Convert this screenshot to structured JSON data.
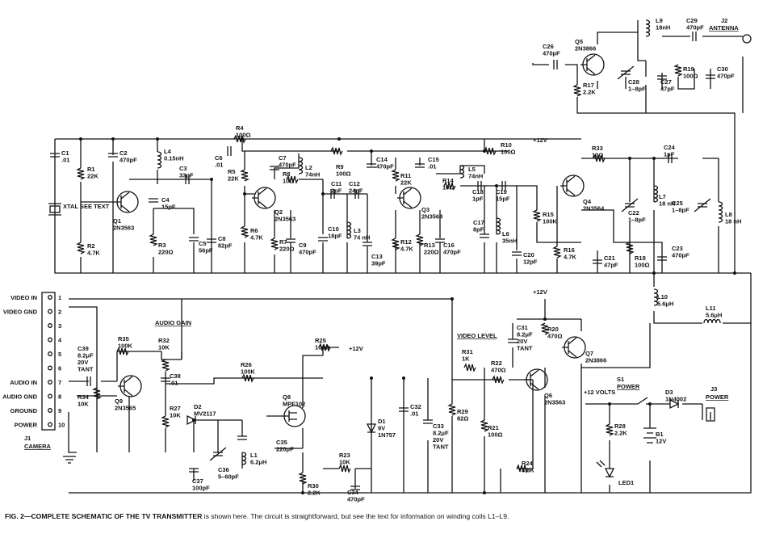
{
  "caption": {
    "title": "FIG. 2—COMPLETE SCHEMATIC OF THE TV TRANSMITTER",
    "text": "is shown here. The circuit is straightforward, but see the text for information on winding coils L1–L9."
  },
  "connector": {
    "name": "J1",
    "label": "CAMERA",
    "pins": [
      {
        "n": "1",
        "label": "VIDEO IN"
      },
      {
        "n": "2",
        "label": "VIDEO GND"
      },
      {
        "n": "3",
        "label": ""
      },
      {
        "n": "4",
        "label": ""
      },
      {
        "n": "5",
        "label": ""
      },
      {
        "n": "6",
        "label": ""
      },
      {
        "n": "7",
        "label": "AUDIO IN"
      },
      {
        "n": "8",
        "label": "AUDIO GND"
      },
      {
        "n": "9",
        "label": "GROUND"
      },
      {
        "n": "10",
        "label": "POWER"
      }
    ]
  },
  "rails": {
    "v12": "+12V"
  },
  "section_labels": {
    "audio_gain": "AUDIO GAIN",
    "video_level": "VIDEO LEVEL",
    "power": "POWER",
    "volts": "+12 VOLTS",
    "xtal": "XTAL SEE TEXT"
  },
  "antenna": {
    "ref": "J2",
    "label": "ANTENNA"
  },
  "power_jack": {
    "ref": "J3",
    "label": "POWER"
  },
  "switch": {
    "ref": "S1",
    "label": "POWER"
  },
  "components": [
    {
      "ref": "C1",
      "value": ".01"
    },
    {
      "ref": "R1",
      "value": "22K"
    },
    {
      "ref": "C2",
      "value": "470pF"
    },
    {
      "ref": "L4",
      "value": "0.15nH"
    },
    {
      "ref": "C6",
      "value": ".01"
    },
    {
      "ref": "R4",
      "value": "100Ω"
    },
    {
      "ref": "C7",
      "value": "470pF"
    },
    {
      "ref": "L2",
      "value": "74nH"
    },
    {
      "ref": "R9",
      "value": "100Ω"
    },
    {
      "ref": "C14",
      "value": "470pF"
    },
    {
      "ref": "C15",
      "value": ".01"
    },
    {
      "ref": "R10",
      "value": "100Ω"
    },
    {
      "ref": "L5",
      "value": "74nH"
    },
    {
      "ref": "R33",
      "value": "10Ω"
    },
    {
      "ref": "C24",
      "value": "1pF"
    },
    {
      "ref": "C3",
      "value": "33pF"
    },
    {
      "ref": "C4",
      "value": "15pF"
    },
    {
      "ref": "R5",
      "value": "22K"
    },
    {
      "ref": "R8",
      "value": "10Ω"
    },
    {
      "ref": "C11",
      "value": "2pF"
    },
    {
      "ref": "C12",
      "value": "24pF"
    },
    {
      "ref": "R11",
      "value": "22K"
    },
    {
      "ref": "R14",
      "value": "10Ω"
    },
    {
      "ref": "C18",
      "value": "1pF"
    },
    {
      "ref": "C19",
      "value": "15pF"
    },
    {
      "ref": "R15",
      "value": "100K"
    },
    {
      "ref": "C22",
      "value": "1–8pF"
    },
    {
      "ref": "L7",
      "value": "18 nH"
    },
    {
      "ref": "C25",
      "value": "1–8pF"
    },
    {
      "ref": "L8",
      "value": "18 nH"
    },
    {
      "ref": "R2",
      "value": "4.7K"
    },
    {
      "ref": "R3",
      "value": "220Ω"
    },
    {
      "ref": "C5",
      "value": "56pF"
    },
    {
      "ref": "C8",
      "value": "82pF"
    },
    {
      "ref": "R6",
      "value": "4.7K"
    },
    {
      "ref": "R7",
      "value": "220Ω"
    },
    {
      "ref": "C9",
      "value": "470pF"
    },
    {
      "ref": "C10",
      "value": "18pF"
    },
    {
      "ref": "L3",
      "value": "74 nH"
    },
    {
      "ref": "C13",
      "value": "39pF"
    },
    {
      "ref": "R12",
      "value": "4.7K"
    },
    {
      "ref": "R13",
      "value": "220Ω"
    },
    {
      "ref": "C16",
      "value": "470pF"
    },
    {
      "ref": "C17",
      "value": "8pF"
    },
    {
      "ref": "L6",
      "value": "35nH"
    },
    {
      "ref": "C20",
      "value": "12pF"
    },
    {
      "ref": "R16",
      "value": "4.7K"
    },
    {
      "ref": "C21",
      "value": "47pF"
    },
    {
      "ref": "R18",
      "value": "100Ω"
    },
    {
      "ref": "C23",
      "value": "470pF"
    },
    {
      "ref": "C26",
      "value": "470pF"
    },
    {
      "ref": "R17",
      "value": "2.2K"
    },
    {
      "ref": "C28",
      "value": "1–8pF"
    },
    {
      "ref": "C27",
      "value": "47pF"
    },
    {
      "ref": "L9",
      "value": "18nH"
    },
    {
      "ref": "C29",
      "value": "470pF"
    },
    {
      "ref": "R19",
      "value": "100Ω"
    },
    {
      "ref": "C30",
      "value": "470pF"
    },
    {
      "ref": "L10",
      "value": "5.6μH"
    },
    {
      "ref": "L11",
      "value": "5.6μH"
    },
    {
      "ref": "C39",
      "value": "8.2μF 20V TANT"
    },
    {
      "ref": "R35",
      "value": "100K"
    },
    {
      "ref": "R32",
      "value": "10K"
    },
    {
      "ref": "R34",
      "value": "10K"
    },
    {
      "ref": "C38",
      "value": ".01"
    },
    {
      "ref": "R27",
      "value": "10K"
    },
    {
      "ref": "D2",
      "value": "MV2117"
    },
    {
      "ref": "R26",
      "value": "100K"
    },
    {
      "ref": "R25",
      "value": "100Ω"
    },
    {
      "ref": "C35",
      "value": "220pF"
    },
    {
      "ref": "L1",
      "value": "6.2μH"
    },
    {
      "ref": "C36",
      "value": "5–60pF"
    },
    {
      "ref": "C37",
      "value": "100pF"
    },
    {
      "ref": "R30",
      "value": "2.2K"
    },
    {
      "ref": "R23",
      "value": "10K"
    },
    {
      "ref": "C34",
      "value": "470pF"
    },
    {
      "ref": "D1",
      "value": "9V 1N757"
    },
    {
      "ref": "C32",
      "value": ".01"
    },
    {
      "ref": "C33",
      "value": "8.2μF 20V TANT"
    },
    {
      "ref": "R29",
      "value": "82Ω"
    },
    {
      "ref": "R31",
      "value": "1K"
    },
    {
      "ref": "R22",
      "value": "470Ω"
    },
    {
      "ref": "R21",
      "value": "100Ω"
    },
    {
      "ref": "R24",
      "value": "3.3K"
    },
    {
      "ref": "C31",
      "value": "8.2μF 20V TANT"
    },
    {
      "ref": "R20",
      "value": "470Ω"
    },
    {
      "ref": "R28",
      "value": "2.2K"
    },
    {
      "ref": "LED1",
      "value": ""
    },
    {
      "ref": "B1",
      "value": "12V"
    },
    {
      "ref": "D3",
      "value": "1N4002"
    }
  ],
  "transistors": [
    {
      "ref": "Q1",
      "part": "2N3563"
    },
    {
      "ref": "Q2",
      "part": "2N3563"
    },
    {
      "ref": "Q3",
      "part": "2N3564"
    },
    {
      "ref": "Q4",
      "part": "2N3564"
    },
    {
      "ref": "Q5",
      "part": "2N3866"
    },
    {
      "ref": "Q6",
      "part": "2N3563"
    },
    {
      "ref": "Q7",
      "part": "2N3866"
    },
    {
      "ref": "Q8",
      "part": "MPF102"
    },
    {
      "ref": "Q9",
      "part": "2N3565"
    }
  ]
}
